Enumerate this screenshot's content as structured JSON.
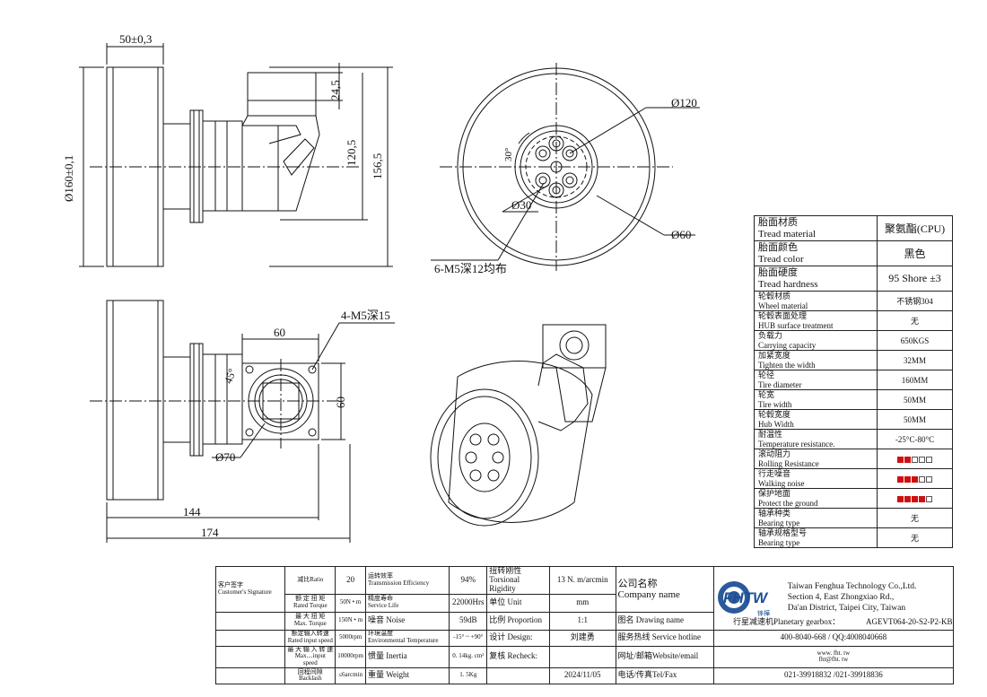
{
  "drawing": {
    "dims_side": {
      "width_top": "50±0,3",
      "diameter": "Ø160±0,1",
      "h_24_5": "24,5",
      "h_120_5": "120,5",
      "h_156_5": "156,5"
    },
    "dims_front": {
      "d120": "Ø120",
      "angle30": "30°",
      "d30": "Ø30",
      "d60": "Ø60",
      "holes": "6-M5深12均布"
    },
    "dims_bottom": {
      "holes": "4-M5深15",
      "w60": "60",
      "h60": "60",
      "angle45": "45°",
      "d70": "Ø70",
      "len144": "144",
      "len174": "174"
    }
  },
  "spec_table": {
    "rows": [
      {
        "zh": "胎面材质",
        "en": "Tread material",
        "value": "聚氨酯(CPU)",
        "big": true
      },
      {
        "zh": "胎面颜色",
        "en": "Tread color",
        "value": "黑色",
        "big": true
      },
      {
        "zh": "胎面硬度",
        "en": "Tread hardness",
        "value": "95 Shore ±3",
        "big": true
      },
      {
        "zh": "轮毂材质",
        "en": "Wheel material",
        "value": "不锈钢304"
      },
      {
        "zh": "轮毂表面处理",
        "en": "HUB surface treatment",
        "value": "无"
      },
      {
        "zh": "负载力",
        "en": "Carrying capacity",
        "value": "650KGS"
      },
      {
        "zh": "加紧宽度",
        "en": "Tighten the width",
        "value": "32MM"
      },
      {
        "zh": "轮径",
        "en": "Tire diameter",
        "value": "160MM"
      },
      {
        "zh": "轮宽",
        "en": "Tire width",
        "value": "50MM"
      },
      {
        "zh": "轮毂宽度",
        "en": "Hub Width",
        "value": "50MM"
      },
      {
        "zh": "耐温性",
        "en": "Temperature resistance.",
        "value": "-25°C-80°C"
      },
      {
        "zh": "滚动阻力",
        "en": "Rolling Resistance",
        "rating": 2
      },
      {
        "zh": "行走噪音",
        "en": "Walking noise",
        "rating": 3
      },
      {
        "zh": "保护地面",
        "en": "Protect the ground",
        "rating": 4
      },
      {
        "zh": "轴承种类",
        "en": "Bearing type",
        "value": "无"
      },
      {
        "zh": "轴承规格型号",
        "en": "Bearing type",
        "value": "无"
      }
    ],
    "rating_color": "#d01010"
  },
  "title_block": {
    "customer_zh": "客户签字",
    "customer_en": "Customer's Signature",
    "ratio_label": "减比Ratio",
    "ratio_value": "20",
    "eff_zh": "运转效率",
    "eff_en": "Transmission Efficiency",
    "eff_value": "94%",
    "tors_zh": "扭转刚性",
    "tors_en": "Torsional Rigidity",
    "tors_value": "13 N. m/arcmin",
    "company_zh": "公司名称",
    "company_en": "Company name",
    "rated_torque_zh": "额 定 扭 矩",
    "rated_torque_en": "Rated Torque",
    "rated_torque_value": "50N • m",
    "life_zh": "精度寿命",
    "life_en": "Service Life",
    "life_value": "22000Hrs",
    "unit_zh": "单位",
    "unit_en": "Unit",
    "unit_value": "mm",
    "max_torque_zh": "最 大 扭 矩",
    "max_torque_en": "Max. Torque",
    "max_torque_value": "150N • m",
    "noise_zh": "噪音",
    "noise_en": "Noise",
    "noise_value": "59dB",
    "prop_zh": "比例",
    "prop_en": "Proportion",
    "prop_value": "1:1",
    "drawing_name_zh": "图名",
    "drawing_name_en": "Drawing name",
    "drawing_name_value": "行星减速机Planetary gearbox：",
    "model_value": "AGEVT064-20-S2-P2-KB",
    "rated_speed_zh": "额定输入转速",
    "rated_speed_en": "Rated input speed",
    "rated_speed_value": "5000rpm",
    "env_zh": "环境温度",
    "env_en": "Environmental Temperature",
    "env_value": "-15° ~ +90°",
    "design_zh": "设计",
    "design_en": "Design:",
    "design_value": "刘建勇",
    "hotline_zh": "服务热线",
    "hotline_en": "Service hotline",
    "hotline_value": "400-8040-668 / QQ:4008040668",
    "max_speed_zh": "最 大 输 入 转 速",
    "max_speed_en": "Max....input speed",
    "max_speed_value": "10000rpm",
    "inertia_zh": "惯量",
    "inertia_en": "Inertia",
    "inertia_value": "0. 14kg. cm²",
    "recheck_zh": "复核",
    "recheck_en": "Recheck:",
    "web_zh": "网址/邮箱",
    "web_en": "Website/email",
    "web_value1": "www. fht. tw",
    "web_value2": "fht@fht. tw",
    "backlash_zh": "回程间隙",
    "backlash_en": "Backlash",
    "backlash_value": "≤6arcmin",
    "weight_zh": "重量",
    "weight_en": "Weight",
    "weight_value": "1. 5Kg",
    "date_value": "2024/11/05",
    "tel_zh": "电话/传真",
    "tel_en": "Tel/Fax",
    "tel_value": "021-39918832 /021-39918836",
    "logo_text": "FHTW",
    "logo_sub": "锋樺",
    "address_lines": [
      "Taiwan Fenghua Technology Co.,Ltd.",
      "Section 4, East Zhongxiao Rd.,",
      "Da'an District, Taipei City, Taiwan"
    ]
  }
}
